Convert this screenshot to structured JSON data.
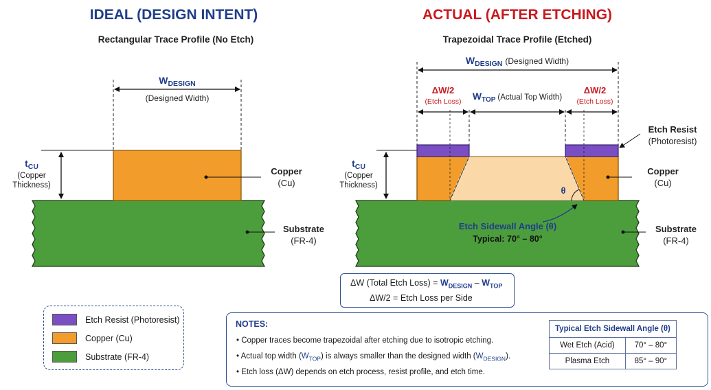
{
  "ideal": {
    "title": "IDEAL (DESIGN INTENT)",
    "subtitle": "Rectangular Trace Profile (No Etch)",
    "w_main": "W",
    "w_sub": "DESIGN",
    "w_desc": "(Designed Width)",
    "t_main": "t",
    "t_sub": "CU",
    "t_desc1": "(Copper",
    "t_desc2": "Thickness)",
    "copper1": "Copper",
    "copper2": "(Cu)",
    "substrate1": "Substrate",
    "substrate2": "(FR-4)"
  },
  "actual": {
    "title": "ACTUAL (AFTER ETCHING)",
    "subtitle": "Trapezoidal Trace Profile (Etched)",
    "w_main": "W",
    "w_sub": "DESIGN",
    "w_desc": "(Designed Width)",
    "dw2": "ΔW/2",
    "etch_loss": "(Etch Loss)",
    "wtop_main": "W",
    "wtop_sub": "TOP",
    "wtop_desc": "(Actual Top Width)",
    "t_main": "t",
    "t_sub": "CU",
    "t_desc1": "(Copper",
    "t_desc2": "Thickness)",
    "resist1": "Etch Resist",
    "resist2": "(Photoresist)",
    "copper1": "Copper",
    "copper2": "(Cu)",
    "substrate1": "Substrate",
    "substrate2": "(FR-4)",
    "theta": "θ",
    "sidewall1": "Etch Sidewall Angle (θ)",
    "sidewall2": "Typical: 70° – 80°"
  },
  "formula": {
    "l1_a": "ΔW (Total Etch Loss) = ",
    "l1_w1": "W",
    "l1_s1": "DESIGN",
    "l1_minus": " – ",
    "l1_w2": "W",
    "l1_s2": "TOP",
    "l2": "ΔW/2 = Etch Loss per Side"
  },
  "legend": {
    "items": [
      {
        "label": "Etch Resist (Photoresist)",
        "color": "#7a4fc4"
      },
      {
        "label": "Copper (Cu)",
        "color": "#f29c2b"
      },
      {
        "label": "Substrate (FR-4)",
        "color": "#4c9e3d"
      }
    ]
  },
  "notes": {
    "title": "NOTES:",
    "n1": "• Copper traces become trapezoidal after etching due to isotropic etching.",
    "n2_a": "• Actual top width (",
    "n2_w1": "W",
    "n2_s1": "TOP",
    "n2_b": ") is always smaller than the designed width (",
    "n2_w2": "W",
    "n2_s2": "DESIGN",
    "n2_c": ").",
    "n3": "• Etch loss (ΔW) depends on etch process, resist profile, and etch time."
  },
  "table": {
    "header": "Typical Etch Sidewall Angle (θ)",
    "rows": [
      {
        "process": "Wet Etch (Acid)",
        "angle": "70° – 80°"
      },
      {
        "process": "Plasma Etch",
        "angle": "85° – 90°"
      }
    ]
  },
  "colors": {
    "resist": "#7a4fc4",
    "copper": "#f29c2b",
    "substrate": "#4c9e3d",
    "title_blue": "#1f3d8a",
    "title_red": "#c8191e"
  }
}
